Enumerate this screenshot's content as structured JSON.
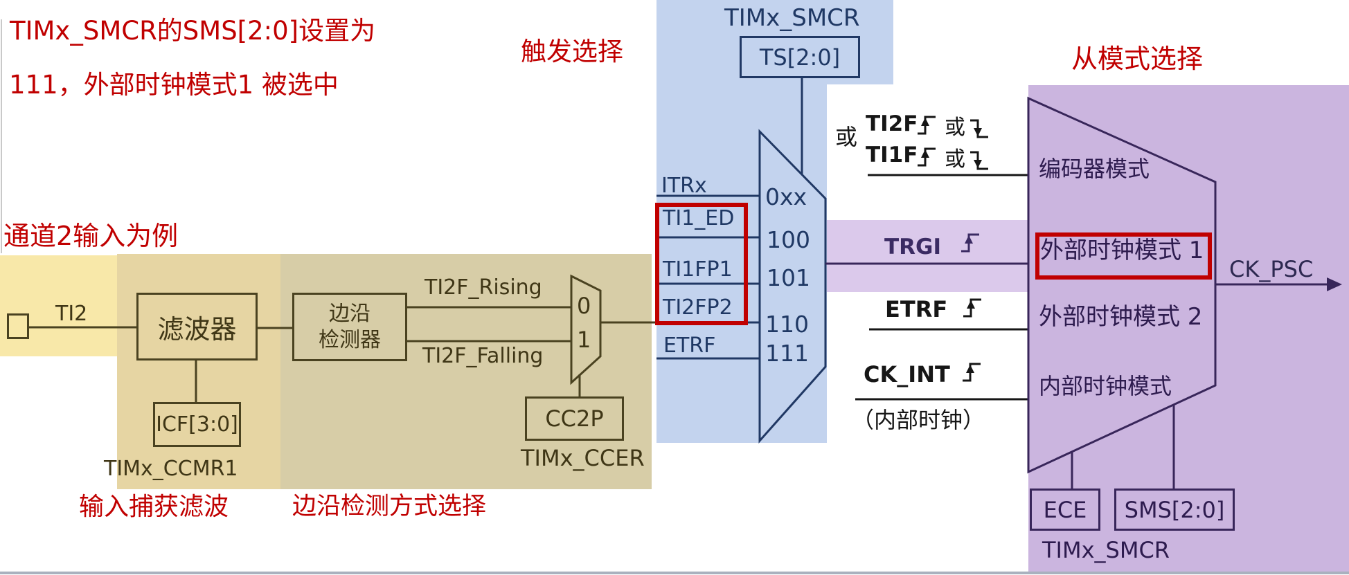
{
  "annotations": {
    "note_line1": "TIMx_SMCR的SMS[2:0]设置为",
    "note_line2": "111，外部时钟模式1 被选中",
    "channel_note": "通道2输入为例",
    "trigger_select": "触发选择",
    "slave_select": "从模式选择",
    "input_capture_filter": "输入捕获滤波",
    "edge_detect_select": "边沿检测方式选择"
  },
  "input_stage": {
    "ti2": "TI2",
    "filter": "滤波器",
    "icf": "ICF[3:0]",
    "reg": "TIMx_CCMR1"
  },
  "edge_stage": {
    "detector_line1": "边沿",
    "detector_line2": "检测器",
    "rising": "TI2F_Rising",
    "falling": "TI2F_Falling",
    "mux_in0": "0",
    "mux_in1": "1",
    "cc2p": "CC2P",
    "reg": "TIMx_CCER"
  },
  "trigger_mux": {
    "reg": "TIMx_SMCR",
    "ts": "TS[2:0]",
    "inputs": [
      {
        "label": "ITRx"
      },
      {
        "label": "TI1_ED"
      },
      {
        "label": "TI1FP1"
      },
      {
        "label": "TI2FP2"
      },
      {
        "label": "ETRF"
      }
    ],
    "codes": [
      "0xx",
      "100",
      "101",
      "110",
      "111"
    ]
  },
  "signals": {
    "or_prefix": "或",
    "ti2f": "TI2F",
    "or_mid1": "或",
    "ti1f": "TI1F",
    "or_mid2": "或",
    "trgi": "TRGI",
    "etrf": "ETRF",
    "ck_int": "CK_INT",
    "internal_note": "（内部时钟）"
  },
  "slave_mux": {
    "encoder_mode": "编码器模式",
    "ext_clock_mode1": "外部时钟模式 1",
    "ext_clock_mode2": "外部时钟模式 2",
    "internal_clock_mode": "内部时钟模式",
    "ck_psc": "CK_PSC",
    "ece": "ECE",
    "sms": "SMS[2:0]",
    "reg": "TIMx_SMCR"
  },
  "colors": {
    "annotation_red": "#c00000",
    "highlight_box_red": "#c00000",
    "yellow_region": "#f8e8a9",
    "tan_region": "#e6d5a3",
    "khaki_region": "#d7cda7",
    "blue_region": "#c3d3ee",
    "trgi_band": "#dbc9eb",
    "purple_region": "#cbb5df",
    "olive_line": "#4a4220",
    "navy_line": "#203864",
    "purple_line": "#38265a",
    "gray_divider": "#a9b1be"
  }
}
